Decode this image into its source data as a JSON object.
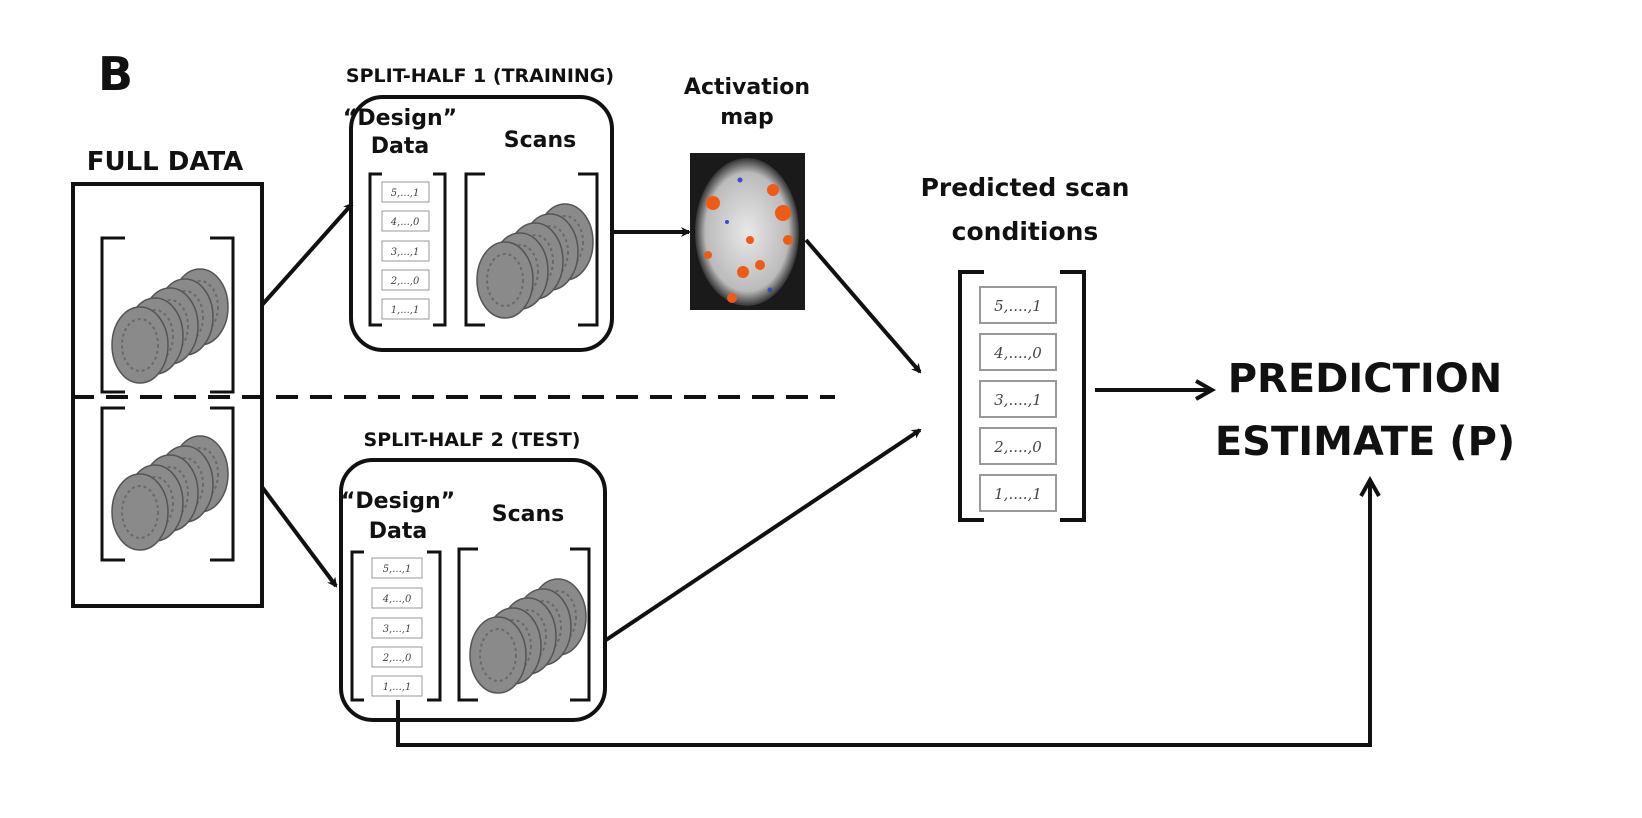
{
  "panel_letter": "B",
  "full_data": {
    "label": "FULL DATA"
  },
  "split_half_1": {
    "label": "SPLIT-HALF 1 (TRAINING)",
    "design_line1": "“Design”",
    "design_line2": "Data",
    "scans": "Scans",
    "design_entries": [
      "5,...,1",
      "4,...,0",
      "3,...,1",
      "2,...,0",
      "1,...,1"
    ]
  },
  "split_half_2": {
    "label": "SPLIT-HALF 2 (TEST)",
    "design_line1": "“Design”",
    "design_line2": "Data",
    "scans": "Scans",
    "design_entries": [
      "5,...,1",
      "4,...,0",
      "3,...,1",
      "2,...,0",
      "1,...,1"
    ]
  },
  "activation_map": {
    "line1": "Activation",
    "line2": "map"
  },
  "predicted": {
    "line1": "Predicted  scan",
    "line2": "conditions",
    "entries": [
      "5,....,1",
      "4,....,0",
      "3,....,1",
      "2,....,0",
      "1,....,1"
    ]
  },
  "result": {
    "line1": "PREDICTION",
    "line2": "ESTIMATE (P)"
  },
  "colors": {
    "activation": "#f05a14",
    "line": "#111111"
  }
}
